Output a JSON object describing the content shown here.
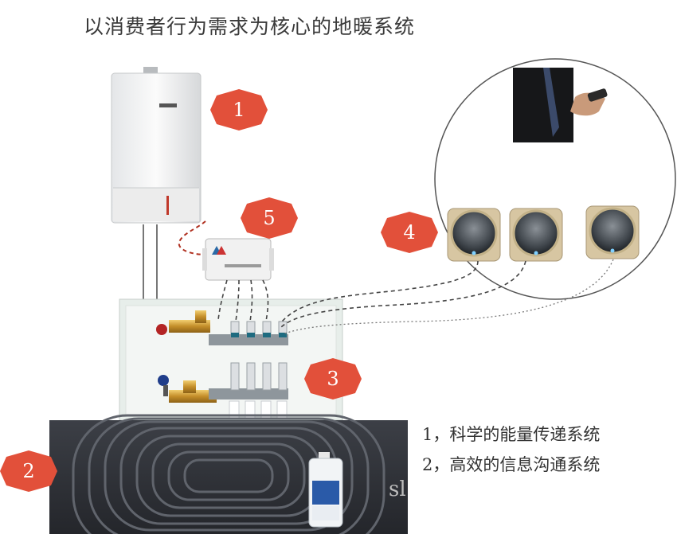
{
  "title": "以消费者行为需求为核心的地暖系统",
  "badges": [
    "1",
    "2",
    "3",
    "4",
    "5"
  ],
  "legend": [
    "1，科学的能量传递系统",
    "2，高效的信息沟通系统"
  ],
  "watermark": "sl",
  "colors": {
    "badge": "#e2503a",
    "pipe_dashed": "#444444",
    "boiler_cable": "#b03020"
  }
}
